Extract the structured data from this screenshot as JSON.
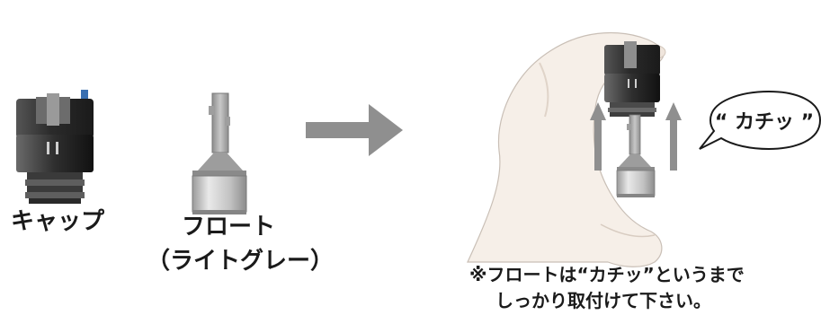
{
  "labels": {
    "cap": "キャップ",
    "float": "フロート",
    "float_sub": "（ライトグレー）"
  },
  "note": {
    "line1": "※フロートは“カチッ”というまで",
    "line2": "しっかり取付けて下さい。"
  },
  "sound": "“ カチッ ”",
  "colors": {
    "cap_dark": "#2b2b2b",
    "float_gray": "#b9b9b9",
    "arrow_gray": "#8f8f8f",
    "hand_skin": "#f6efe8",
    "accent_blue": "#3a6fb0"
  }
}
